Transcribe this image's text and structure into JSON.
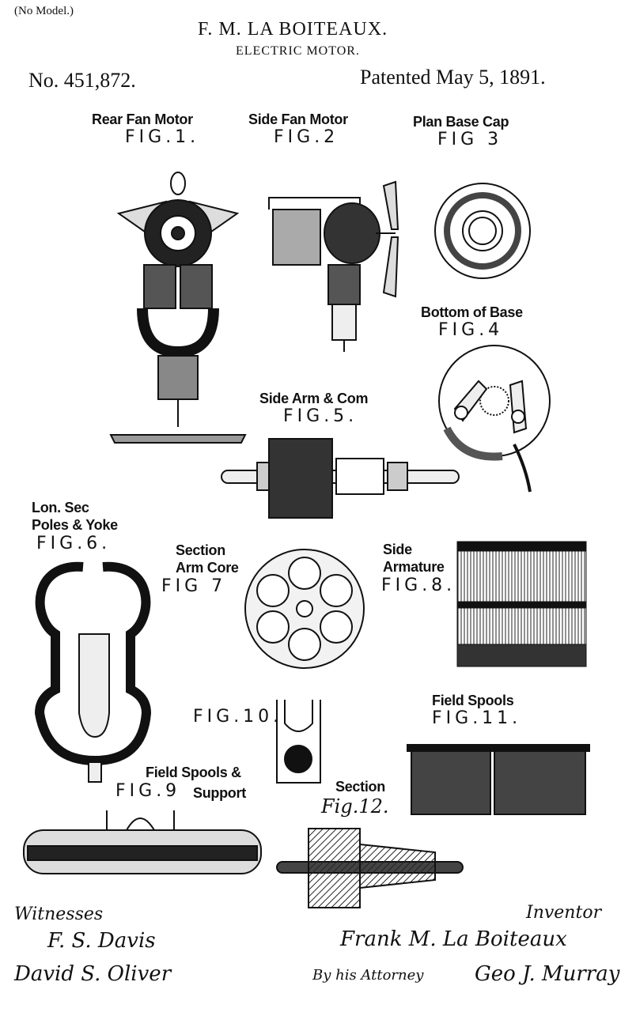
{
  "header": {
    "model_note": "(No Model.)",
    "inventor_name": "F. M. LA BOITEAUX.",
    "title": "ELECTRIC MOTOR.",
    "patent_number": "No. 451,872.",
    "patent_date": "Patented May 5, 1891."
  },
  "figures": [
    {
      "caption": "Rear Fan Motor",
      "label": "FIG.1."
    },
    {
      "caption": "Side Fan Motor",
      "label": "FIG.2"
    },
    {
      "caption": "Plan Base Cap",
      "label": "FIG 3"
    },
    {
      "caption": "Bottom of Base",
      "label": "FIG.4"
    },
    {
      "caption": "Side Arm & Com",
      "label": "FIG.5."
    },
    {
      "caption_lines": [
        "Lon. Sec",
        "Poles & Yoke"
      ],
      "label": "FIG.6."
    },
    {
      "caption_lines": [
        "Section",
        "Arm Core"
      ],
      "label": "FIG 7"
    },
    {
      "caption_lines": [
        "Side",
        "Armature"
      ],
      "label": "FIG.8."
    },
    {
      "caption_lines": [
        "Field Spools &",
        "Support"
      ],
      "label": "FIG.9"
    },
    {
      "label": "FIG.10."
    },
    {
      "caption": "Field Spools",
      "label": "FIG.11."
    },
    {
      "caption": "Section",
      "label": "Fig.12."
    }
  ],
  "signatures": {
    "witnesses_label": "Witnesses",
    "witness_1": "F. S. Davis",
    "witness_2": "David S. Oliver",
    "inventor_label": "Inventor",
    "inventor": "Frank M. La Boiteaux",
    "by_attorney": "By his Attorney",
    "attorney": "Geo J. Murray"
  }
}
